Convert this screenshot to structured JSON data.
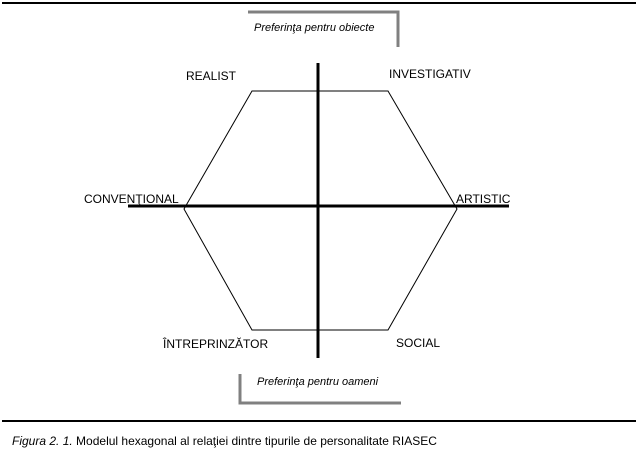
{
  "preferences": {
    "top": "Preferinţa pentru obiecte",
    "bottom": "Preferinţa pentru oameni"
  },
  "types": {
    "realist": "REALIST",
    "investigativ": "INVESTIGATIV",
    "artistic": "ARTISTIC",
    "social": "SOCIAL",
    "intreprinzator": "ÎNTREPRINZĂTOR",
    "conventional": "CONVENŢIONAL"
  },
  "caption": {
    "number": "Figura 2. 1.",
    "text": "Modelul hexagonal al relaţiei dintre tipurile de personalitate RIASEC"
  },
  "colors": {
    "bracket": "#808080",
    "lines": "#000000"
  }
}
